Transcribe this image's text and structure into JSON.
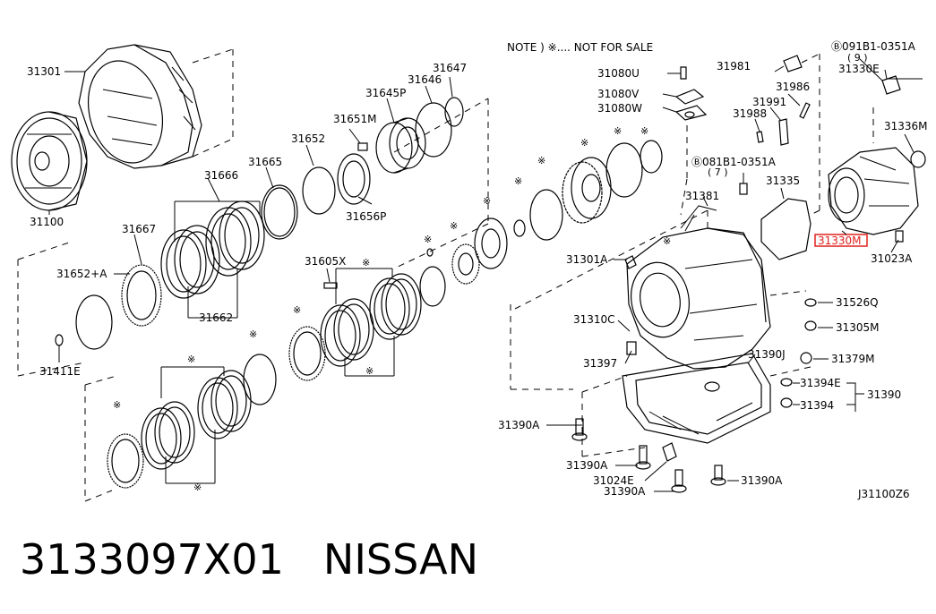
{
  "note": "NOTE ) ※.... NOT FOR SALE",
  "figure_code": "J31100Z6",
  "caption": {
    "part_number": "3133097X01",
    "brand": "NISSAN"
  },
  "highlight_color": "#e0201c",
  "labels": {
    "p31301": "31301",
    "p31100": "31100",
    "p31666": "31666",
    "p31665": "31665",
    "p31652": "31652",
    "p31667": "31667",
    "p31652a": "31652+A",
    "p31662": "31662",
    "p31411e": "31411E",
    "p31651m": "31651M",
    "p31656p": "31656P",
    "p31645p": "31645P",
    "p31646": "31646",
    "p31647": "31647",
    "p31605x": "31605X",
    "p31080u": "31080U",
    "p31080v": "31080V",
    "p31080w": "31080W",
    "p31981": "31981",
    "p31986": "31986",
    "p31991": "31991",
    "p31988": "31988",
    "p091b1_9": "Ⓑ091B1-0351A",
    "p091b1_9_qty": "( 9 )",
    "p31330e": "31330E",
    "p31336m": "31336M",
    "p091b1_7": "Ⓑ081B1-0351A",
    "p091b1_7_qty": "( 7 )",
    "p31335": "31335",
    "p31381": "31381",
    "p31330m": "31330M",
    "p31023a": "31023A",
    "p31301a": "31301A",
    "p31526q": "31526Q",
    "p31310c": "31310C",
    "p31305m": "31305M",
    "p31390j": "31390J",
    "p31397": "31397",
    "p31379m": "31379M",
    "p31394e": "31394E",
    "p31390": "31390",
    "p31394": "31394",
    "p31390a_1": "31390A",
    "p31390a_2": "31390A",
    "p31024e": "31024E",
    "p31390a_3": "31390A",
    "p31390a_4": "31390A"
  },
  "asterisk": "※"
}
